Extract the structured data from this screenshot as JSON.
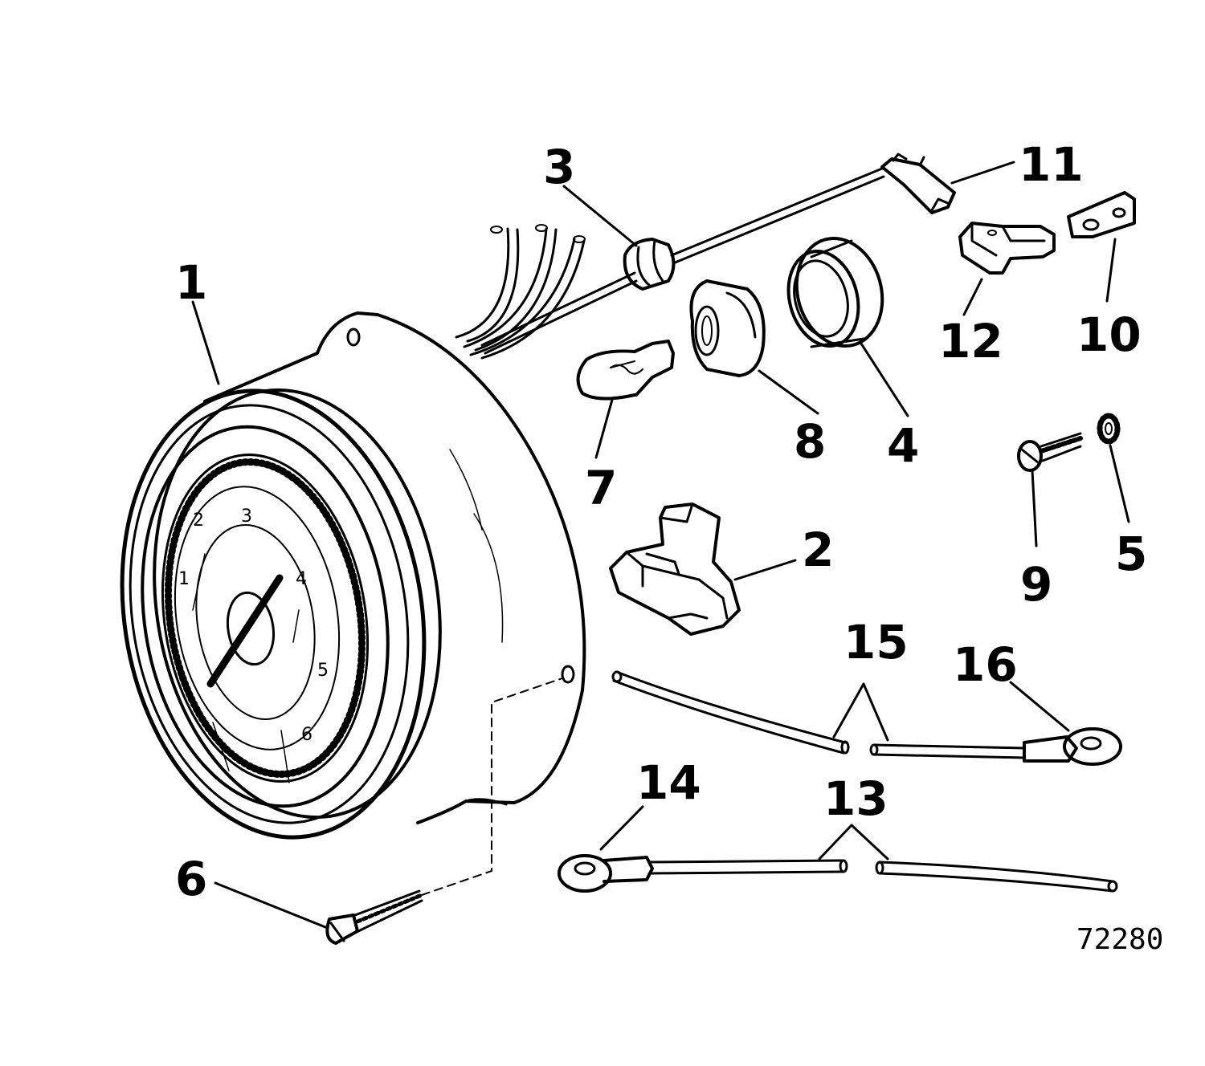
{
  "callouts": {
    "c1": "1",
    "c2": "2",
    "c3": "3",
    "c4": "4",
    "c5": "5",
    "c6": "6",
    "c7": "7",
    "c8": "8",
    "c9": "9",
    "c10": "10",
    "c11": "11",
    "c12": "12",
    "c13": "13",
    "c14": "14",
    "c15": "15",
    "c16": "16"
  },
  "dial": {
    "n1": "1",
    "n2": "2",
    "n3": "3",
    "n4": "4",
    "n5": "5",
    "n6": "6"
  },
  "figure_number": "72280"
}
